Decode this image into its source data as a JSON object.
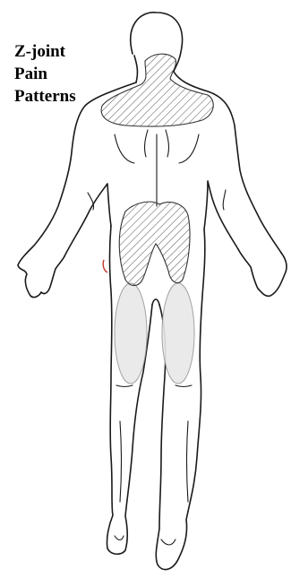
{
  "title_lines": [
    "Z-joint",
    "Pain",
    "Patterns"
  ],
  "colors": {
    "outline": "#1a1a1a",
    "hatch": "#555555",
    "zone_fill": "#e8e8e8",
    "mark": "#c0392b"
  }
}
